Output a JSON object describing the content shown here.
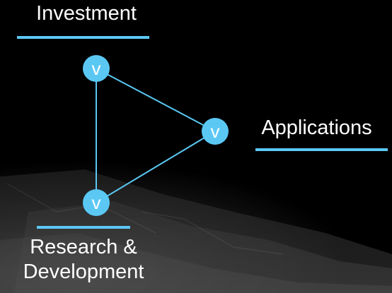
{
  "nodes": [
    {
      "id": "investment",
      "label": "Investment",
      "letter": "v"
    },
    {
      "id": "applications",
      "label": "Applications",
      "letter": "v"
    },
    {
      "id": "research",
      "label_lines": [
        "Research &",
        "Development"
      ],
      "letter": "v"
    }
  ],
  "edges": [
    [
      "investment",
      "applications"
    ],
    [
      "investment",
      "research"
    ],
    [
      "applications",
      "research"
    ]
  ],
  "colors": {
    "accent": "#5bc8f4",
    "text": "#ffffff",
    "background": "#000000"
  }
}
